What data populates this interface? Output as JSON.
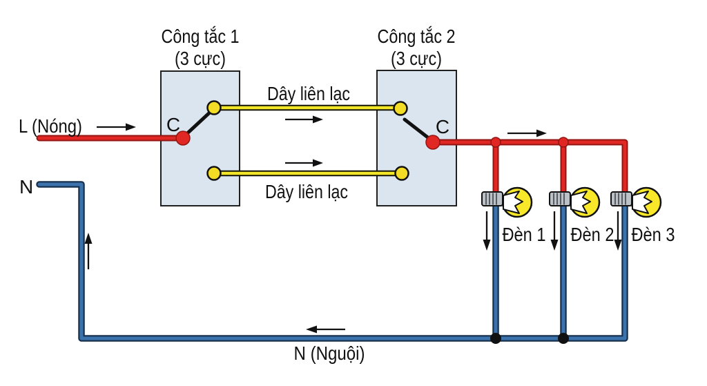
{
  "diagram": {
    "switches": [
      {
        "title_line1": "Công tắc 1",
        "title_line2": "(3 cực)",
        "common_terminal_label": "C"
      },
      {
        "title_line1": "Công tắc 2",
        "title_line2": "(3 cực)",
        "common_terminal_label": "C"
      }
    ],
    "labels": {
      "live": "L (Nóng)",
      "neutral": "N",
      "neutral_return": "N (Nguội)",
      "traveler_top": "Dây liên lạc",
      "traveler_bottom": "Dây liên lạc"
    },
    "lamps": [
      {
        "label": "Đèn 1"
      },
      {
        "label": "Đèn 2"
      },
      {
        "label": "Đèn 3"
      }
    ],
    "colors": {
      "live_wire": "#e12723",
      "live_wire_outline": "#931511",
      "neutral_wire": "#3c73ad",
      "neutral_wire_outline": "#16314f",
      "traveler_wire": "#f2e426",
      "traveler_wire_outline": "#131308",
      "switch_box_fill": "#dbe5f0",
      "switch_box_border": "#1f1f1f",
      "terminal_yellow": "#f2dc26",
      "bulb_glass": "#f8e829",
      "bulb_base": "#bcc1c7",
      "junction_black": "#111111",
      "arrow_black": "#111111",
      "text": "#111111"
    }
  }
}
